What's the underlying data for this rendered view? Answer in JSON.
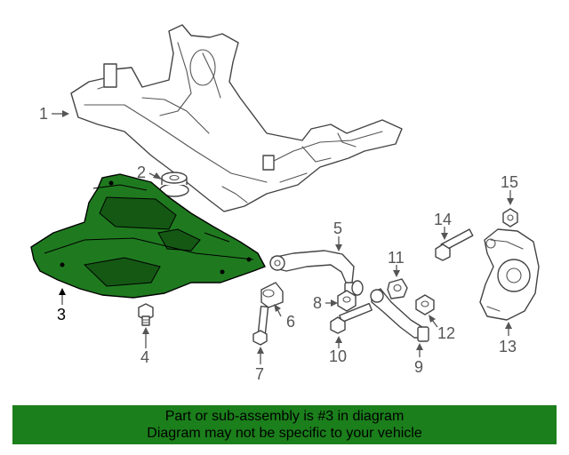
{
  "diagram": {
    "callouts": [
      {
        "id": "1",
        "label": "1"
      },
      {
        "id": "2",
        "label": "2"
      },
      {
        "id": "3",
        "label": "3"
      },
      {
        "id": "4",
        "label": "4"
      },
      {
        "id": "5",
        "label": "5"
      },
      {
        "id": "6",
        "label": "6"
      },
      {
        "id": "7",
        "label": "7"
      },
      {
        "id": "8",
        "label": "8"
      },
      {
        "id": "9",
        "label": "9"
      },
      {
        "id": "10",
        "label": "10"
      },
      {
        "id": "11",
        "label": "11"
      },
      {
        "id": "12",
        "label": "12"
      },
      {
        "id": "13",
        "label": "13"
      },
      {
        "id": "14",
        "label": "14"
      },
      {
        "id": "15",
        "label": "15"
      }
    ],
    "highlighted_part": "3",
    "highlight_color": "#1f7a1f"
  },
  "banner": {
    "line1": "Part or sub-assembly is #3 in diagram",
    "line2": "Diagram may not be specific to your vehicle",
    "background": "#1b7f1b"
  }
}
